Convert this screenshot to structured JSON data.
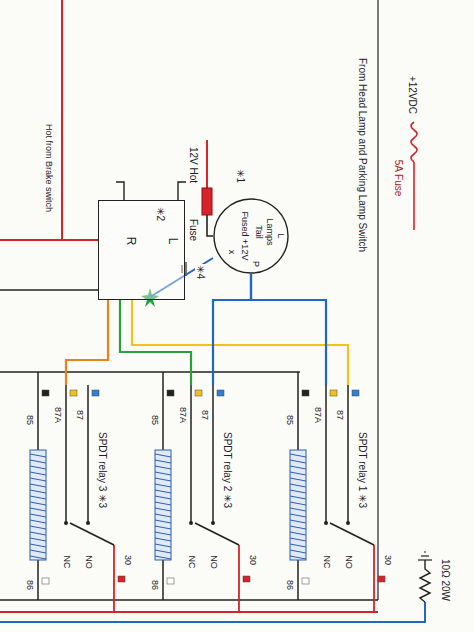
{
  "diagram": {
    "nodes": [
      {
        "text": [
          "L",
          "Lamps",
          "Tail",
          "Fused +12V",
          "x",
          "P"
        ]
      },
      {
        "text": [
          "R",
          "L"
        ]
      },
      {
        "text": [
          "SPDT relay 1 ✳3"
        ]
      },
      {
        "text": [
          "SPDT relay 2 ✳3"
        ]
      },
      {
        "text": [
          "SPDT relay 3 ✳3"
        ]
      }
    ],
    "edges": [
      {
        "from": 1,
        "to": 2,
        "arrow": "none"
      },
      {
        "from": 1,
        "to": 3,
        "arrow": "none"
      },
      {
        "from": 1,
        "to": 4,
        "arrow": "none"
      },
      {
        "from": 0,
        "to": 2,
        "arrow": "none"
      },
      {
        "from": 0,
        "to": 3,
        "arrow": "none"
      }
    ],
    "labels": [
      "Hot from Brake switch",
      "12V Hot",
      "Fuse",
      "✳1",
      "✳2",
      "✳4",
      "From Head Lamp and Parking Lamp Switch",
      "+12VDC",
      "5A Fuse",
      "87A",
      "87",
      "85",
      "NO",
      "NC",
      "30",
      "86",
      "87A",
      "87",
      "85",
      "NO",
      "NC",
      "30",
      "86",
      "87A",
      "87",
      "85",
      "NO",
      "NC",
      "30",
      "86",
      "10Ω 20W"
    ]
  }
}
